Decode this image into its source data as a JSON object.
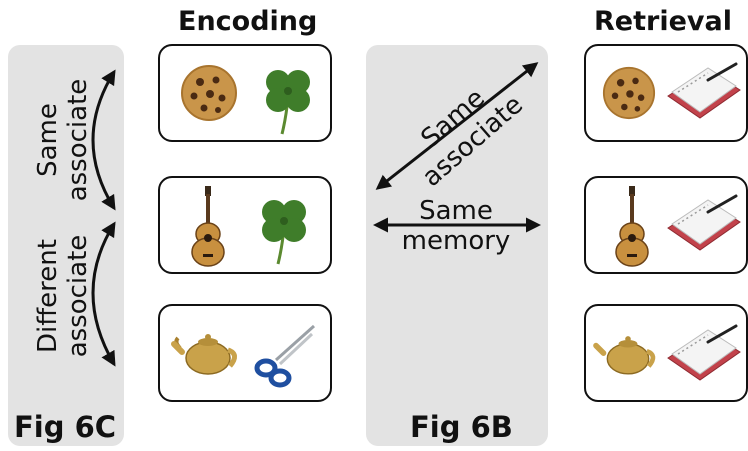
{
  "titles": {
    "encoding": "Encoding",
    "retrieval": "Retrieval"
  },
  "panels": {
    "left": {
      "figure_label": "Fig 6C",
      "top_label": [
        "Same",
        "associate"
      ],
      "bottom_label": [
        "Different",
        "associate"
      ]
    },
    "middle": {
      "figure_label": "Fig 6B",
      "diagonal_label": [
        "Same",
        "associate"
      ],
      "horizontal_label": [
        "Same",
        "memory"
      ]
    }
  },
  "encoding_rows": [
    {
      "items": [
        "cookie-icon",
        "clover-icon"
      ]
    },
    {
      "items": [
        "guitar-icon",
        "clover-icon"
      ]
    },
    {
      "items": [
        "teapot-icon",
        "scissors-icon"
      ]
    }
  ],
  "retrieval_rows": [
    {
      "items": [
        "cookie-icon",
        "notebook-icon"
      ]
    },
    {
      "items": [
        "guitar-icon",
        "notebook-icon"
      ]
    },
    {
      "items": [
        "teapot-icon",
        "notebook-icon"
      ]
    }
  ],
  "colors": {
    "panel": "#e3e3e3",
    "border": "#111111",
    "cookie": "#c9954a",
    "clover": "#3f7d2a",
    "guitar": "#c8903f",
    "teapot": "#c9a24a",
    "scissors": "#1f4fa0",
    "notebook": "#c2424b"
  }
}
